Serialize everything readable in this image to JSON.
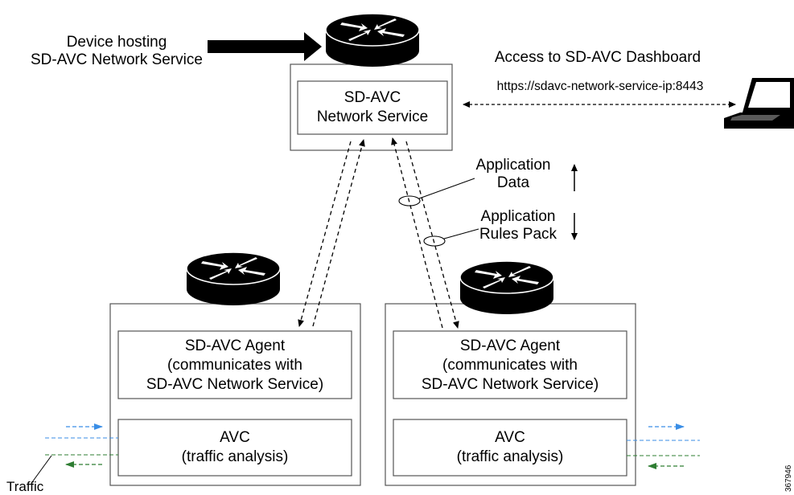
{
  "labels": {
    "hosting_device": [
      "Device hosting",
      "SD-AVC Network Service"
    ],
    "dashboard_access": "Access to SD-AVC Dashboard",
    "dashboard_url": "https://sdavc-network-service-ip:8443",
    "application_data": [
      "Application",
      "Data"
    ],
    "application_rules_pack": [
      "Application",
      "Rules Pack"
    ],
    "traffic": "Traffic",
    "figure_id": "367946"
  },
  "central_node": {
    "service_box": [
      "SD-AVC",
      "Network Service"
    ]
  },
  "edge_nodes": [
    {
      "agent_box": [
        "SD-AVC Agent",
        "(communicates with",
        "SD-AVC Network Service)"
      ],
      "avc_box": [
        "AVC",
        "(traffic analysis)"
      ]
    },
    {
      "agent_box": [
        "SD-AVC Agent",
        "(communicates with",
        "SD-AVC Network Service)"
      ],
      "avc_box": [
        "AVC",
        "(traffic analysis)"
      ]
    }
  ],
  "colors": {
    "line": "#000000",
    "router_body": "#000000",
    "router_arrows": "#ffffff",
    "traffic_blue": "#3a8ee6",
    "traffic_green": "#2e7d32",
    "box_border": "#555555"
  },
  "icons": [
    "router-icon",
    "laptop-icon",
    "arrow-up-icon",
    "arrow-down-icon"
  ]
}
